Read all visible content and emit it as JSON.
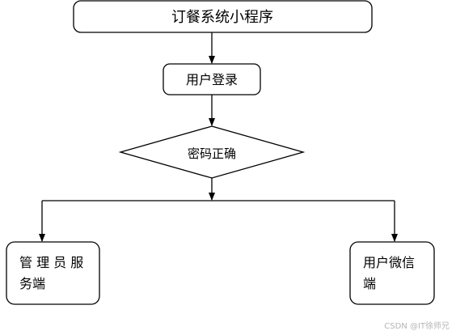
{
  "nodes": {
    "title": "订餐系统小程序",
    "login": "用户登录",
    "password_check": "密码正确",
    "admin_line1": "管 理 员 服",
    "admin_line2": "务端",
    "wechat_line1": "用户微信",
    "wechat_line2": "端"
  },
  "watermark": "CSDN @IT徐师兄",
  "colors": {
    "stroke": "#000000",
    "fill": "#ffffff",
    "text": "#000000",
    "watermark": "#b5b5b5"
  }
}
